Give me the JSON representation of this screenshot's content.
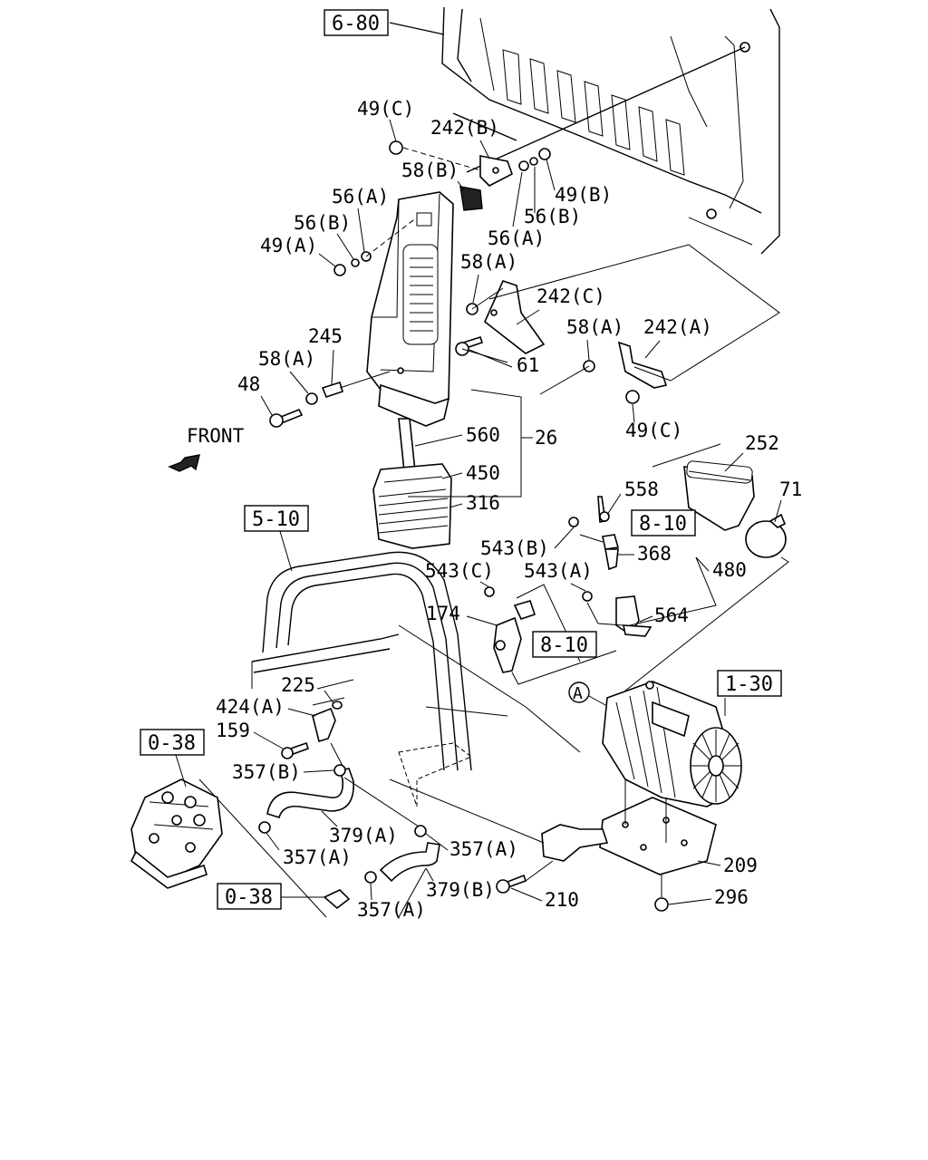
{
  "front_label": "FRONT",
  "refs": {
    "r680": "6-80",
    "r510": "5-10",
    "r810a": "8-10",
    "r810b": "8-10",
    "r130": "1-30",
    "r038a": "0-38",
    "r038b": "0-38"
  },
  "callout_A": "A",
  "labels": {
    "p49c_top": "49(C)",
    "p242b": "242(B)",
    "p58b": "58(B)",
    "p49b": "49(B)",
    "p56a_l": "56(A)",
    "p56b_l": "56(B)",
    "p49a": "49(A)",
    "p56b_r": "56(B)",
    "p56a_r": "56(A)",
    "p58a_mid": "58(A)",
    "p242c": "242(C)",
    "p245": "245",
    "p58a_l": "58(A)",
    "p61": "61",
    "p58a_r": "58(A)",
    "p242a": "242(A)",
    "p48": "48",
    "p49c_bot": "49(C)",
    "p560": "560",
    "p26": "26",
    "p252": "252",
    "p450": "450",
    "p71": "71",
    "p316": "316",
    "p558": "558",
    "p543b": "543(B)",
    "p368": "368",
    "p543c": "543(C)",
    "p543a": "543(A)",
    "p480": "480",
    "p174": "174",
    "p564": "564",
    "p225": "225",
    "p424a": "424(A)",
    "p159": "159",
    "p357b": "357(B)",
    "p379a": "379(A)",
    "p357a_l": "357(A)",
    "p357a_r": "357(A)",
    "p379b": "379(B)",
    "p357a_b": "357(A)",
    "p209": "209",
    "p210": "210",
    "p296": "296"
  }
}
